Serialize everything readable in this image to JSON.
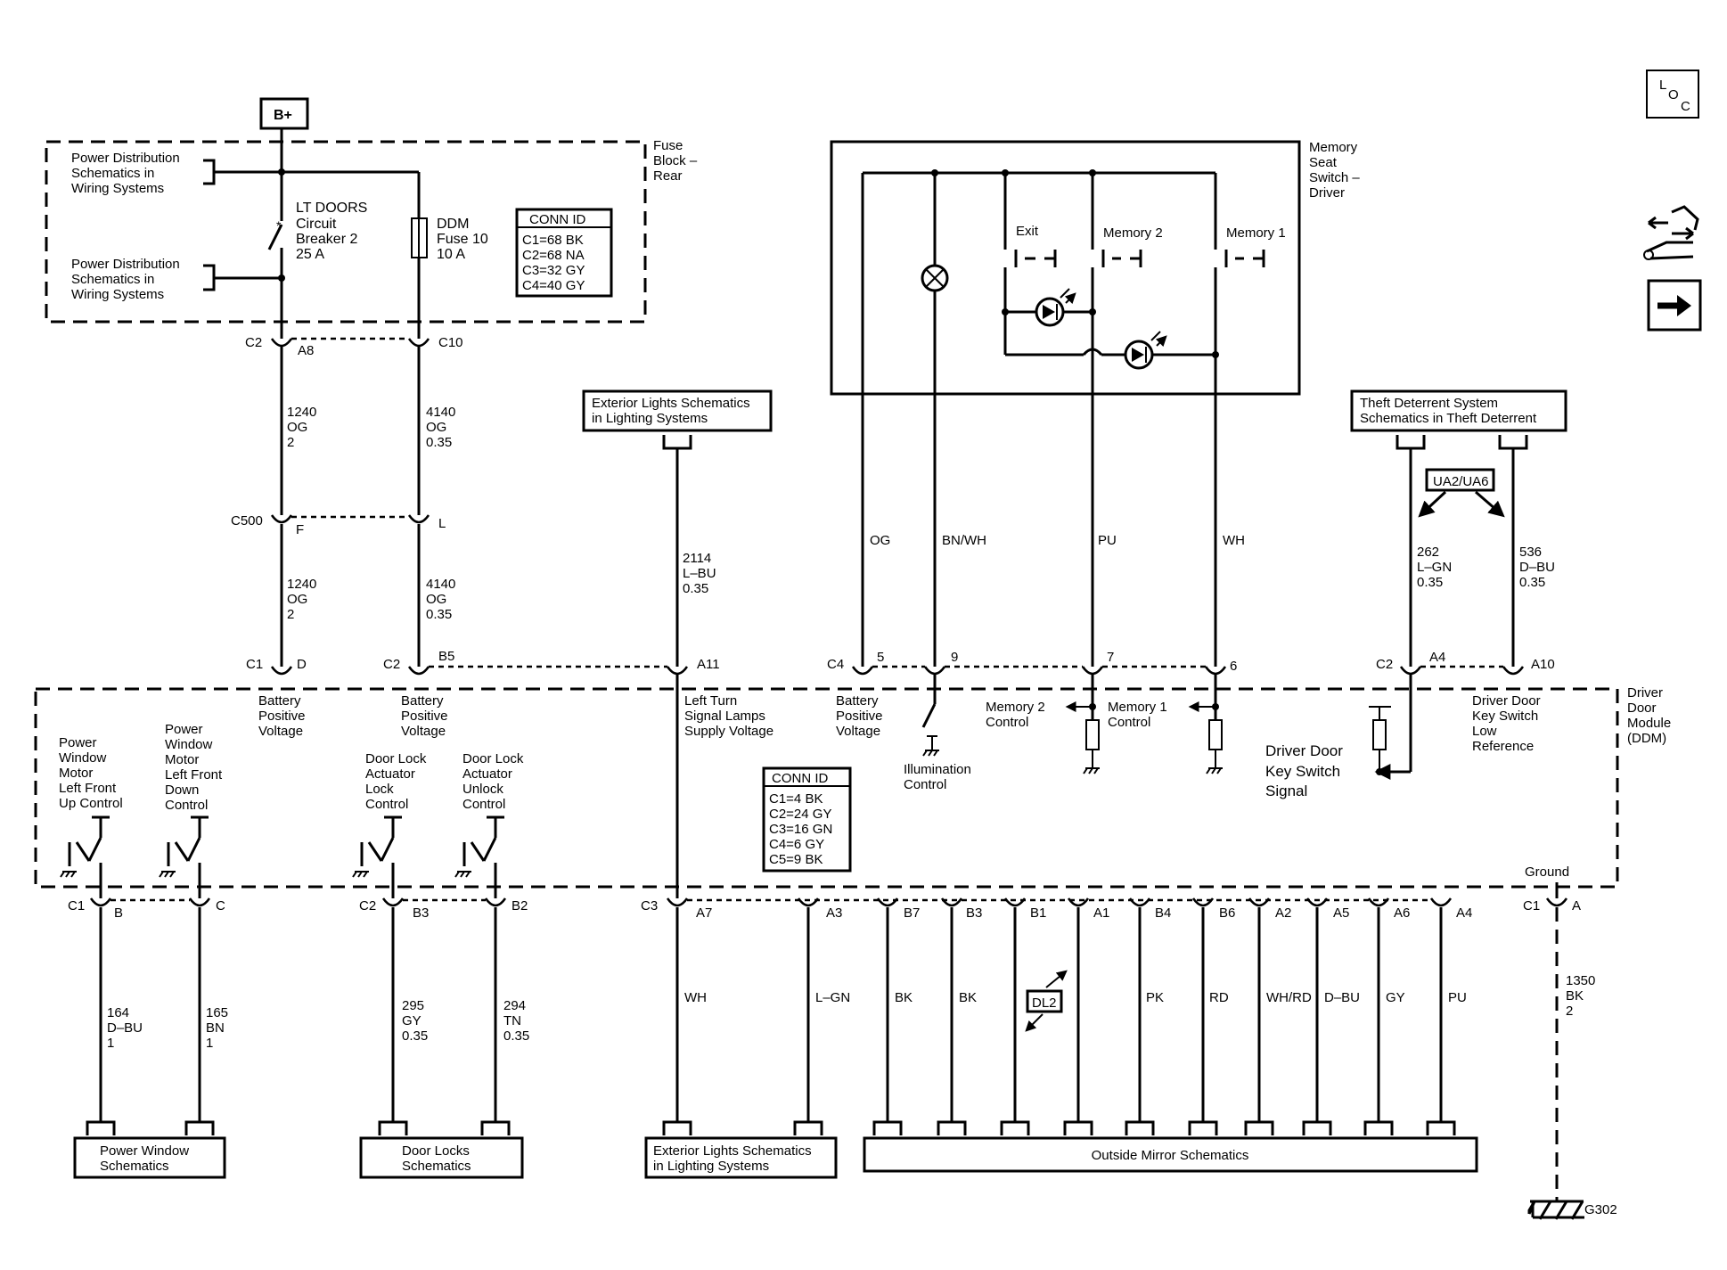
{
  "loc_button": {
    "l": "L",
    "o": "O",
    "c": "C"
  },
  "icons": {
    "loc": "loc-icon",
    "tools": "wrench-arrows-icon",
    "next": "arrow-right-icon"
  },
  "bplus": "B+",
  "fuse_block": {
    "label": [
      "Fuse",
      "Block –",
      "Rear"
    ],
    "pd1": [
      "Power Distribution",
      "Schematics in",
      "Wiring Systems"
    ],
    "pd2": [
      "Power Distribution",
      "Schematics in",
      "Wiring Systems"
    ],
    "breaker": [
      "LT DOORS",
      "Circuit",
      "Breaker 2",
      "25 A"
    ],
    "fuse": [
      "DDM",
      "Fuse 10",
      "10 A"
    ],
    "conn_id": {
      "title": "CONN ID",
      "rows": [
        "C1=68 BK",
        "C2=68 NA",
        "C3=32 GY",
        "C4=40 GY"
      ]
    }
  },
  "connectors_top": {
    "c2": "C2",
    "a8": "A8",
    "c10": "C10",
    "c500": "C500",
    "f": "F",
    "l": "L"
  },
  "wires_top": {
    "w1240a": [
      "1240",
      "OG",
      "2"
    ],
    "w4140a": [
      "4140",
      "OG",
      "0.35"
    ],
    "w1240b": [
      "1240",
      "OG",
      "2"
    ],
    "w4140b": [
      "4140",
      "OG",
      "0.35"
    ],
    "w2114": [
      "2114",
      "L–BU",
      "0.35"
    ],
    "og": "OG",
    "bnwh": "BN/WH",
    "pu": "PU",
    "wh": "WH",
    "w262": [
      "262",
      "L–GN",
      "0.35"
    ],
    "w536": [
      "536",
      "D–BU",
      "0.35"
    ]
  },
  "ext_lights_top": [
    "Exterior Lights Schematics",
    "in Lighting Systems"
  ],
  "theft": [
    "Theft Deterrent System",
    "Schematics in Theft Deterrent"
  ],
  "ua_badge": "UA2/UA6",
  "memory_switch": {
    "label": [
      "Memory",
      "Seat",
      "Switch –",
      "Driver"
    ],
    "exit": "Exit",
    "mem2": "Memory 2",
    "mem1": "Memory 1"
  },
  "ddm_top_pins": {
    "c1": "C1",
    "d": "D",
    "c2": "C2",
    "b5": "B5",
    "a11": "A11",
    "c4": "C4",
    "p5": "5",
    "p9": "9",
    "p7": "7",
    "p6": "6",
    "c2b": "C2",
    "a4": "A4",
    "a10": "A10"
  },
  "ddm": {
    "label": [
      "Driver",
      "Door",
      "Module",
      "(DDM)"
    ],
    "bpv1": [
      "Battery",
      "Positive",
      "Voltage"
    ],
    "bpv2": [
      "Battery",
      "Positive",
      "Voltage"
    ],
    "lts": [
      "Left Turn",
      "Signal Lamps",
      "Supply Voltage"
    ],
    "bpv3": [
      "Battery",
      "Positive",
      "Voltage"
    ],
    "illum": [
      "Illumination",
      "Control"
    ],
    "m2ctl": [
      "Memory 2",
      "Control"
    ],
    "m1ctl": [
      "Memory 1",
      "Control"
    ],
    "ddks": [
      "Driver Door",
      "Key Switch",
      "Signal"
    ],
    "ddkl": [
      "Driver Door",
      "Key Switch",
      "Low",
      "Reference"
    ],
    "pwup": [
      "Power",
      "Window",
      "Motor",
      "Left Front",
      "Up Control"
    ],
    "pwdn": [
      "Power",
      "Window",
      "Motor",
      "Left Front",
      "Down",
      "Control"
    ],
    "dllock": [
      "Door Lock",
      "Actuator",
      "Lock",
      "Control"
    ],
    "dlunlock": [
      "Door Lock",
      "Actuator",
      "Unlock",
      "Control"
    ],
    "conn_id": {
      "title": "CONN ID",
      "rows": [
        "C1=4 BK",
        "C2=24 GY",
        "C3=16 GN",
        "C4=6 GY",
        "C5=9 BK"
      ]
    },
    "ground": "Ground"
  },
  "bottom_pins": {
    "c1": "C1",
    "b": "B",
    "c": "C",
    "c2": "C2",
    "b3": "B3",
    "b2": "B2",
    "c3": "C3",
    "a7": "A7",
    "a3": "A3",
    "b7": "B7",
    "b3b": "B3",
    "b1": "B1",
    "a1": "A1",
    "b4": "B4",
    "b6": "B6",
    "a2": "A2",
    "a5": "A5",
    "a6": "A6",
    "a4": "A4",
    "c1g": "C1",
    "ag": "A"
  },
  "wires_bottom": {
    "w164": [
      "164",
      "D–BU",
      "1"
    ],
    "w165": [
      "165",
      "BN",
      "1"
    ],
    "w295": [
      "295",
      "GY",
      "0.35"
    ],
    "w294": [
      "294",
      "TN",
      "0.35"
    ],
    "wh": "WH",
    "lgn": "L–GN",
    "bk1": "BK",
    "bk2": "BK",
    "pk": "PK",
    "rd": "RD",
    "whrd": "WH/RD",
    "dbu": "D–BU",
    "gy": "GY",
    "pu": "PU",
    "w1350": [
      "1350",
      "BK",
      "2"
    ]
  },
  "dl2": "DL2",
  "bottom_boxes": {
    "pw": [
      "Power Window",
      "Schematics"
    ],
    "dl": [
      "Door Locks",
      "Schematics"
    ],
    "ext": [
      "Exterior Lights Schematics",
      "in Lighting Systems"
    ],
    "om": "Outside Mirror Schematics"
  },
  "g302": "G302"
}
